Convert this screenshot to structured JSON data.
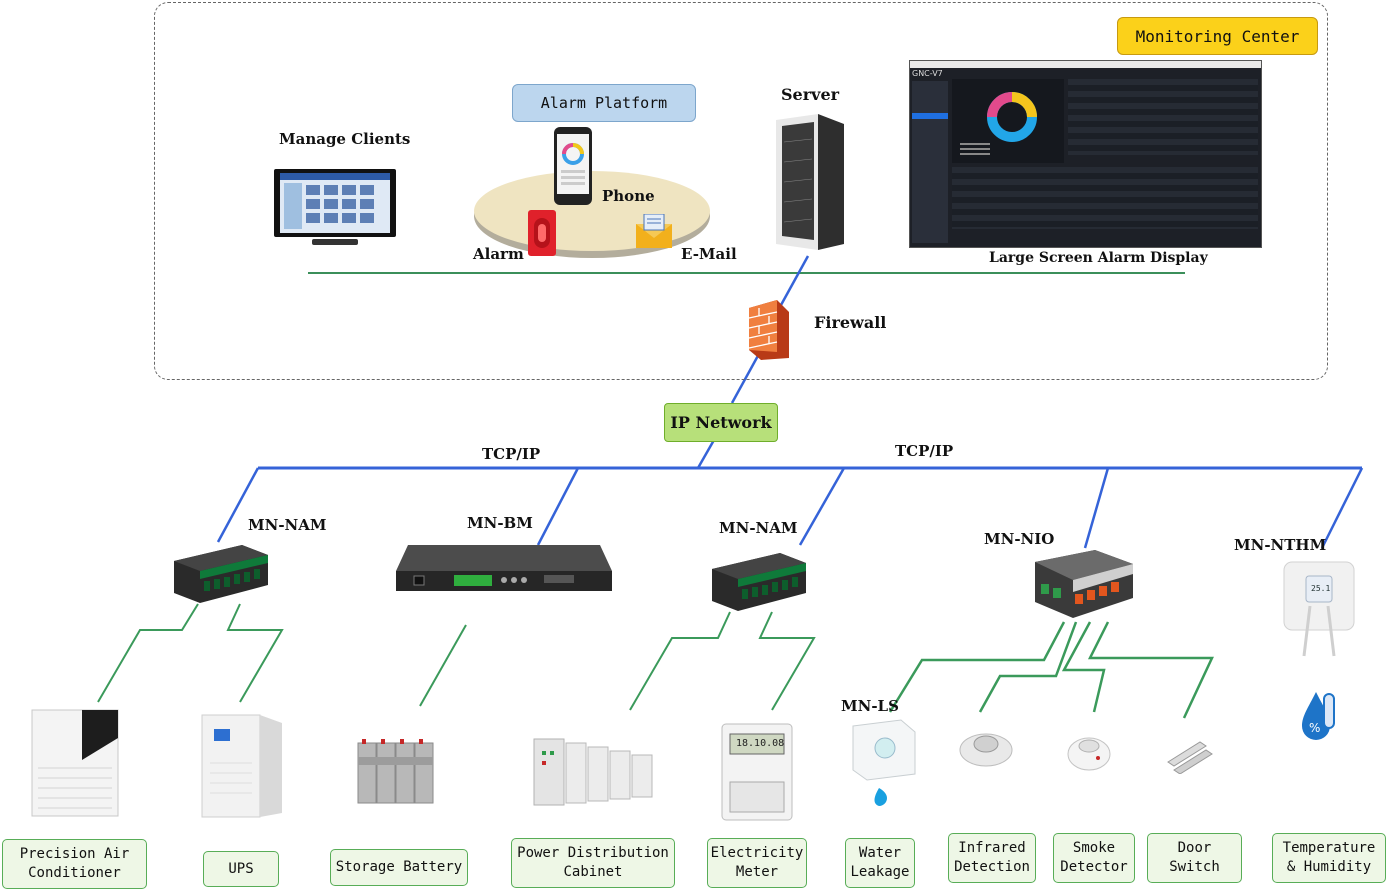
{
  "monitoring_center": {
    "title": "Monitoring Center"
  },
  "alarm_platform": {
    "title": "Alarm Platform",
    "phone": "Phone",
    "alarm": "Alarm",
    "email": "E-Mail"
  },
  "manage_clients": "Manage Clients",
  "server": "Server",
  "large_screen": {
    "label": "Large Screen Alarm Display",
    "app_title": "GNC-V7"
  },
  "firewall": "Firewall",
  "ip_network": "IP Network",
  "protocol_left": "TCP/IP",
  "protocol_right": "TCP/IP",
  "modules": {
    "nam_1": "MN-NAM",
    "bm": "MN-BM",
    "nam_2": "MN-NAM",
    "nio": "MN-NIO",
    "nthm": "MN-NTHM",
    "ls": "MN-LS"
  },
  "devices": [
    {
      "label": "Precision Air\nConditioner"
    },
    {
      "label": "UPS"
    },
    {
      "label": "Storage Battery"
    },
    {
      "label": "Power Distribution\nCabinet"
    },
    {
      "label": "Electricity\nMeter"
    },
    {
      "label": "Water\nLeakage"
    },
    {
      "label": "Infrared\nDetection"
    },
    {
      "label": "Smoke\nDetector"
    },
    {
      "label": "Door\nSwitch"
    },
    {
      "label": "Temperature\n& Humidity"
    }
  ],
  "meter_reading": "18.10.08",
  "nthm_reading": "25.1"
}
